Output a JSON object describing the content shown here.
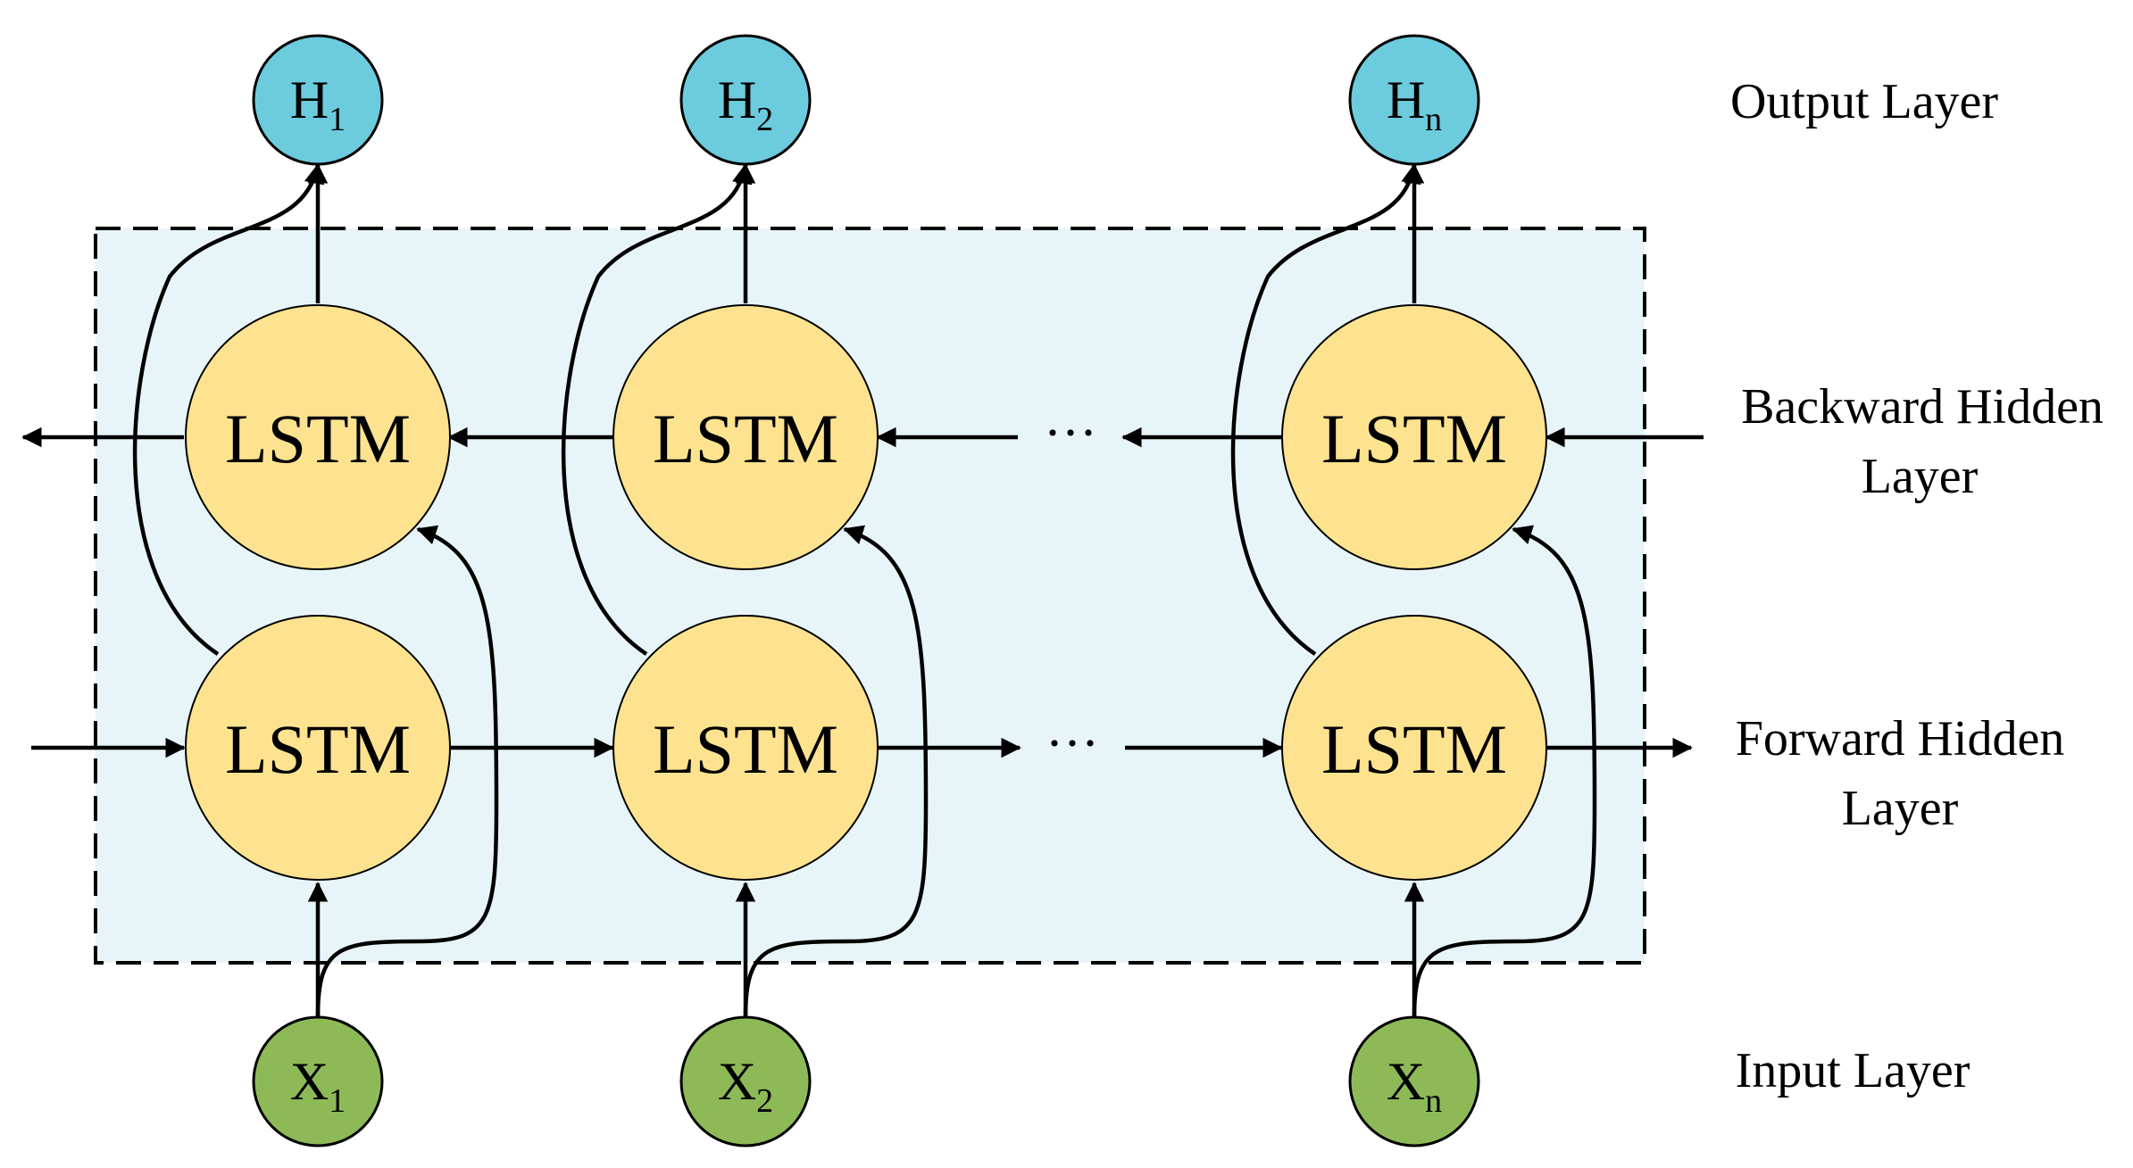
{
  "colors": {
    "output_node": "#6ccbdd",
    "lstm_node": "#fde38f",
    "input_node": "#8dba57",
    "hidden_region": "#e8f5f8"
  },
  "lstm_label": "LSTM",
  "ellipsis": "···",
  "outputs": [
    {
      "base": "H",
      "sub": "1"
    },
    {
      "base": "H",
      "sub": "2"
    },
    {
      "base": "H",
      "sub": "n"
    }
  ],
  "inputs": [
    {
      "base": "X",
      "sub": "1"
    },
    {
      "base": "X",
      "sub": "2"
    },
    {
      "base": "X",
      "sub": "n"
    }
  ],
  "layers": {
    "output": "Output Layer",
    "backward_line1": "Backward Hidden",
    "backward_line2": "Layer",
    "forward_line1": "Forward Hidden",
    "forward_line2": "Layer",
    "input": "Input Layer"
  }
}
